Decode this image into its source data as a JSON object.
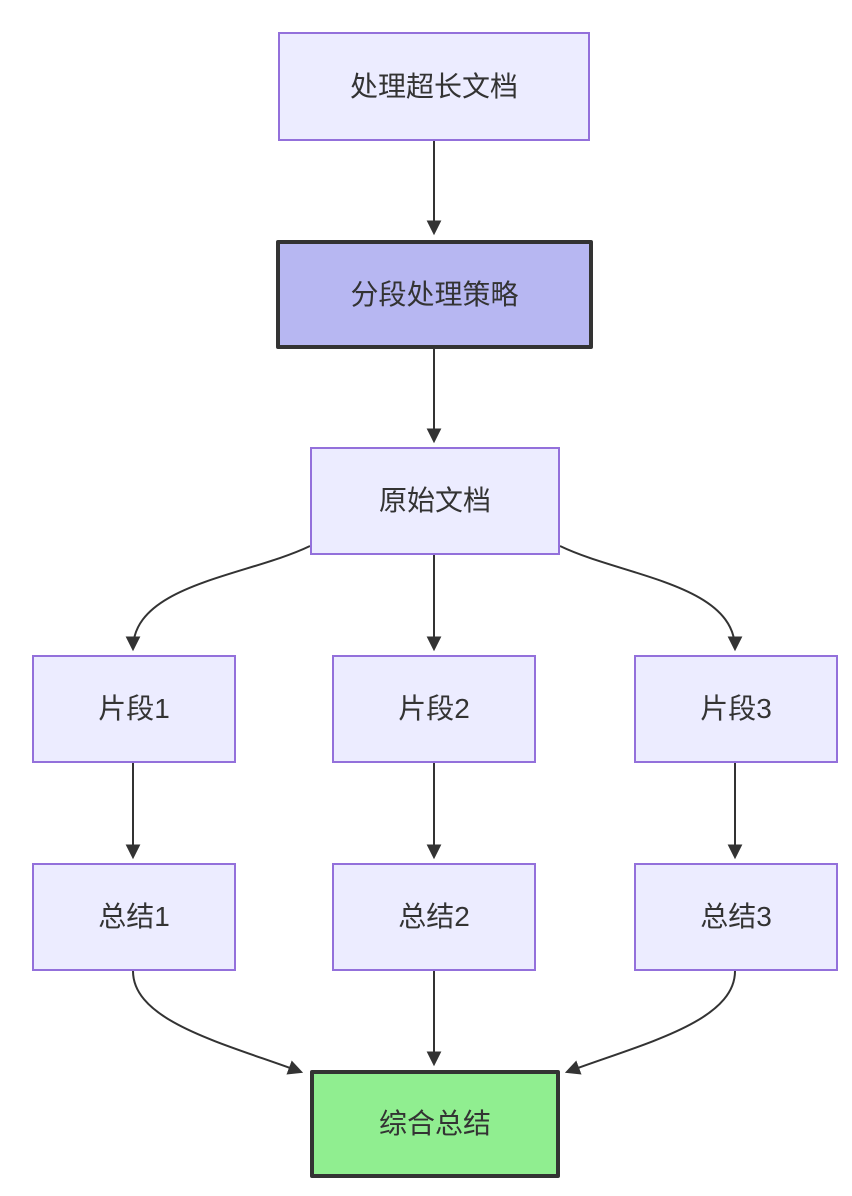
{
  "diagram": {
    "type": "flowchart",
    "direction": "top-down",
    "background": "#ffffff",
    "nodes": {
      "start": {
        "label": "处理超长文档",
        "fill": "#ececff",
        "border": "#9370db"
      },
      "strategy": {
        "label": "分段处理策略",
        "fill": "#b7b7f2",
        "border": "#333333"
      },
      "doc": {
        "label": "原始文档",
        "fill": "#ececff",
        "border": "#9370db"
      },
      "seg1": {
        "label": "片段1",
        "fill": "#ececff",
        "border": "#9370db"
      },
      "seg2": {
        "label": "片段2",
        "fill": "#ececff",
        "border": "#9370db"
      },
      "seg3": {
        "label": "片段3",
        "fill": "#ececff",
        "border": "#9370db"
      },
      "sum1": {
        "label": "总结1",
        "fill": "#ececff",
        "border": "#9370db"
      },
      "sum2": {
        "label": "总结2",
        "fill": "#ececff",
        "border": "#9370db"
      },
      "sum3": {
        "label": "总结3",
        "fill": "#ececff",
        "border": "#9370db"
      },
      "final": {
        "label": "综合总结",
        "fill": "#90ee90",
        "border": "#333333"
      }
    },
    "edges": [
      {
        "from": "处理超长文档",
        "to": "分段处理策略",
        "style": "solid-arrow"
      },
      {
        "from": "分段处理策略",
        "to": "原始文档",
        "style": "solid-arrow"
      },
      {
        "from": "原始文档",
        "to": "片段1",
        "style": "solid-arrow"
      },
      {
        "from": "原始文档",
        "to": "片段2",
        "style": "solid-arrow"
      },
      {
        "from": "原始文档",
        "to": "片段3",
        "style": "solid-arrow"
      },
      {
        "from": "片段1",
        "to": "总结1",
        "style": "solid-arrow"
      },
      {
        "from": "片段2",
        "to": "总结2",
        "style": "solid-arrow"
      },
      {
        "from": "片段3",
        "to": "总结3",
        "style": "solid-arrow"
      },
      {
        "from": "总结1",
        "to": "综合总结",
        "style": "solid-arrow"
      },
      {
        "from": "总结2",
        "to": "综合总结",
        "style": "solid-arrow"
      },
      {
        "from": "总结3",
        "to": "综合总结",
        "style": "solid-arrow"
      }
    ],
    "colors": {
      "edge_stroke": "#333333",
      "text": "#333333",
      "node_fill_default": "#ececff",
      "node_border_default": "#9370db",
      "node_fill_emphasis": "#b7b7f2",
      "node_fill_result": "#90ee90",
      "node_border_dark": "#333333"
    }
  }
}
